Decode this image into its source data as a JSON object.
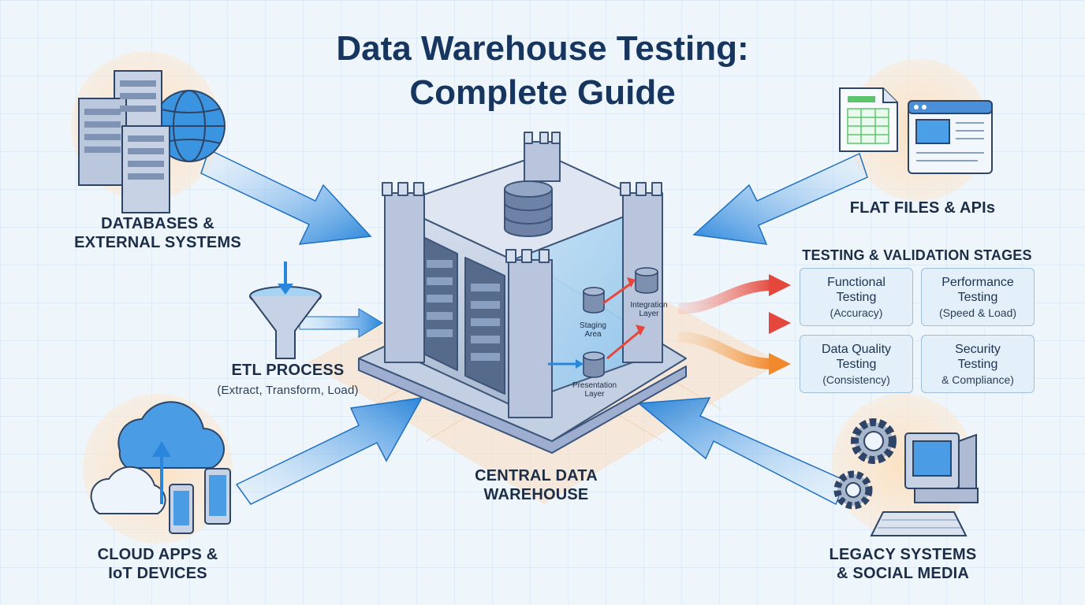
{
  "title": {
    "line1": "Data Warehouse Testing:",
    "line2": "Complete Guide"
  },
  "sources": {
    "databases": {
      "line1": "DATABASES &",
      "line2": "EXTERNAL SYSTEMS",
      "icon": "database-servers-globe-icon"
    },
    "flat_files": {
      "line1": "FLAT FILES & APIs",
      "icon": "spreadsheet-browser-icon"
    },
    "cloud": {
      "line1": "CLOUD APPS &",
      "line2": "IoT DEVICES",
      "icon": "cloud-devices-icon"
    },
    "legacy": {
      "line1": "LEGACY SYSTEMS",
      "line2": "& SOCIAL MEDIA",
      "icon": "gears-computer-icon"
    }
  },
  "etl": {
    "title": "ETL PROCESS",
    "subtitle": "(Extract, Transform, Load)",
    "icon": "funnel-icon"
  },
  "warehouse": {
    "line1": "CENTRAL DATA",
    "line2": "WAREHOUSE",
    "layers": {
      "staging": {
        "line1": "Staging",
        "line2": "Area"
      },
      "integration": {
        "line1": "Integration",
        "line2": "Layer"
      },
      "presentation": {
        "line1": "Presentation",
        "line2": "Layer"
      }
    }
  },
  "testing": {
    "heading": "TESTING & VALIDATION STAGES",
    "stages": [
      {
        "l1": "Functional",
        "l2": "Testing",
        "l3": "(Accuracy)"
      },
      {
        "l1": "Performance",
        "l2": "Testing",
        "l3": "(Speed & Load)"
      },
      {
        "l1": "Data Quality",
        "l2": "Testing",
        "l3": "(Consistency)"
      },
      {
        "l1": "Security",
        "l2": "Testing",
        "l3": "& Compliance)"
      }
    ]
  },
  "colors": {
    "title": "#17365f",
    "arrow_blue": "#2a86dc",
    "arrow_red": "#e5473c",
    "arrow_orange": "#f08a2c",
    "halo": "#fbe3c8",
    "castle": "#c9d3e4",
    "card_bg": "#e3eff9"
  }
}
